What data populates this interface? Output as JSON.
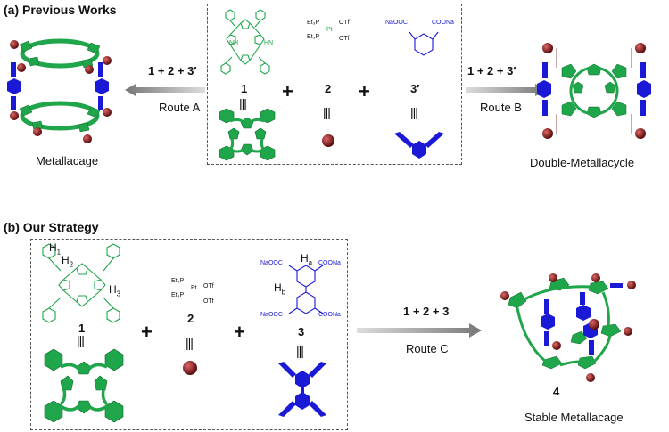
{
  "section_a": {
    "title": "(a) Previous Works",
    "route_left_eq": "1 + 2 + 3′",
    "route_left_label": "Route A",
    "route_right_eq": "1 + 2 + 3′",
    "route_right_label": "Route B",
    "left_caption": "Metallacage",
    "right_caption": "Double-Metallacycle",
    "compound1_num": "1",
    "compound2_num": "2",
    "compound3_num": "3′",
    "triple_bar": "|||",
    "pt_et3p_top": "Et₃P",
    "pt_et3p_bot": "Et₃P",
    "pt_label": "Pt",
    "otf_top": "OTf",
    "otf_bot": "OTf",
    "nh_left": "NH",
    "hn_right": "HN",
    "naooc": "NaOOC",
    "coona": "COONa"
  },
  "section_b": {
    "title": "(b) Our Strategy",
    "route_eq": "1 + 2 + 3",
    "route_label": "Route C",
    "product_num": "4",
    "product_caption": "Stable Metallacage",
    "compound1_num": "1",
    "compound2_num": "2",
    "compound3_num": "3",
    "triple_bar": "|||",
    "h1": "H",
    "h1_sub": "1",
    "h2": "H",
    "h2_sub": "2",
    "h3": "H",
    "h3_sub": "3",
    "ha": "H",
    "ha_sub": "a",
    "hb": "H",
    "hb_sub": "b",
    "pt_et3p_top": "Et₃P",
    "pt_et3p_bot": "Et₃P",
    "pt_label": "Pt",
    "otf_top": "OTf",
    "otf_bot": "OTf",
    "naooc_top": "NaOOC",
    "coona_top": "COONa",
    "naooc_bot": "NaOOC",
    "coona_bot": "COONa"
  },
  "colors": {
    "green": "#1fa54a",
    "blue": "#1a1ad6",
    "maroon": "#8a1a1a",
    "arrow_gray": "#8a8a8a"
  }
}
